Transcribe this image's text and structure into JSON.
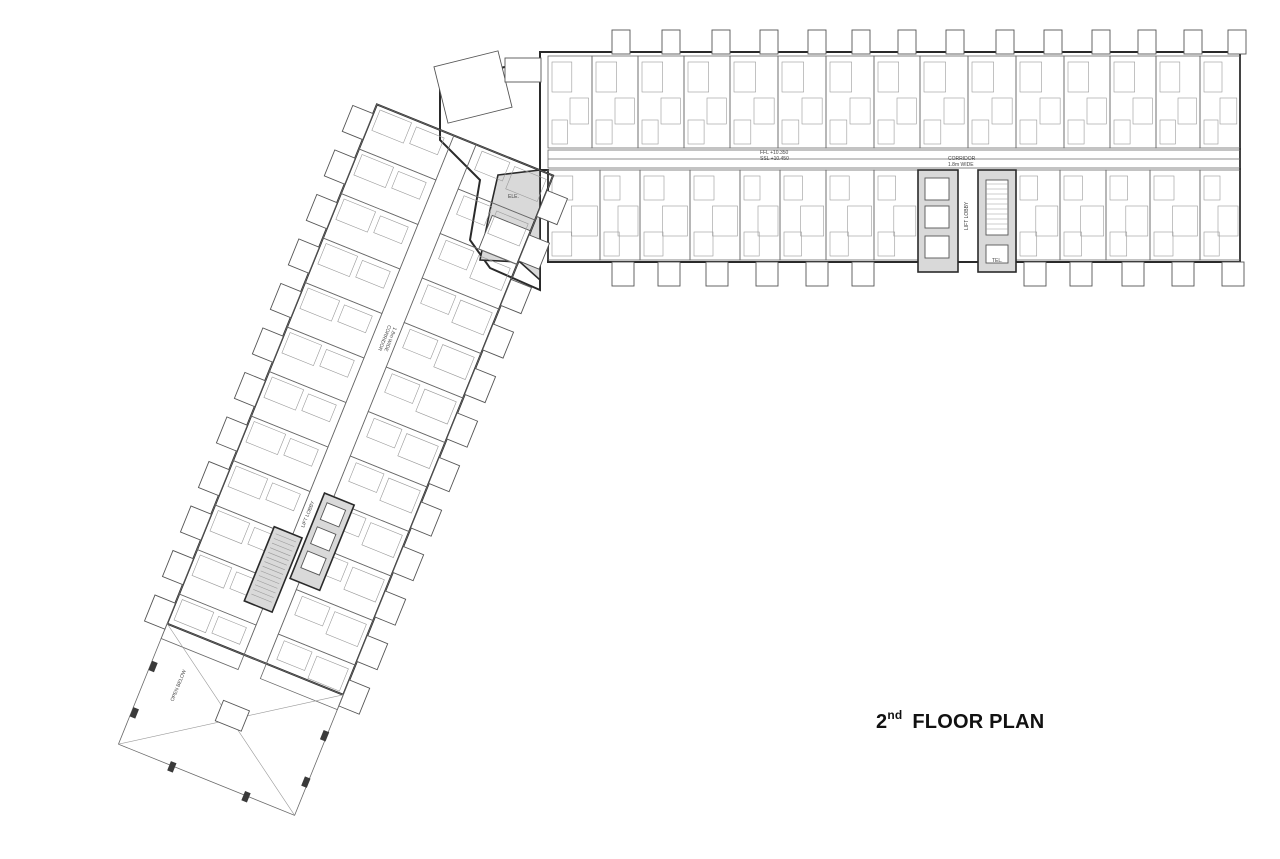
{
  "title": {
    "ordinal": "2",
    "suffix": "nd",
    "text": "FLOOR PLAN"
  },
  "annotations": {
    "corridor_east": "CORRIDOR",
    "corridor_east_width": "1.8m WIDE",
    "lift_lobby_east": "LIFT LOBBY",
    "lift_lobby_west": "LIFT LOBBY",
    "corridor_west": "CORRIDOR",
    "corridor_west_width": "1.8m WIDE",
    "level_ffl": "FFL +10.350",
    "level_ssl": "SSL +10.450",
    "tel": "TEL.",
    "elec": "ELE.",
    "open_below": "OPEN BELOW"
  },
  "colors": {
    "walls": "#2a2a2a",
    "core_fill": "#d9d9d9",
    "text": "#111111"
  }
}
